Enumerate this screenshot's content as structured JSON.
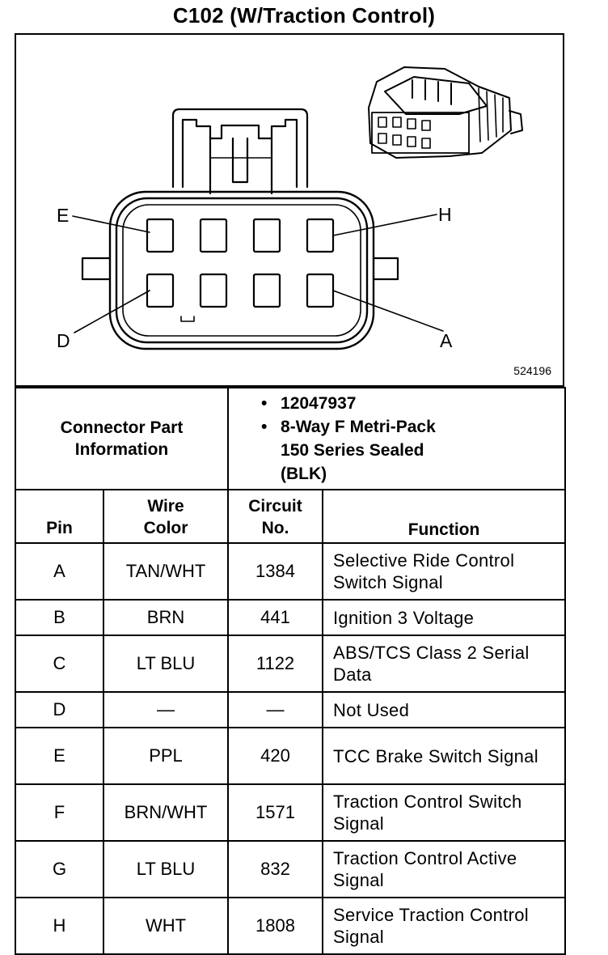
{
  "title": "C102 (W/Traction Control)",
  "diagram": {
    "figure_number": "524196",
    "pin_labels": {
      "e": "E",
      "h": "H",
      "d": "D",
      "a": "A"
    }
  },
  "connector_info": {
    "label": "Connector Part Information",
    "items": [
      "12047937",
      "8-Way F Metri-Pack 150 Series Sealed (BLK)"
    ]
  },
  "table": {
    "headers": {
      "pin": "Pin",
      "wire_color": "Wire Color",
      "circuit_no": "Circuit No.",
      "function": "Function"
    },
    "rows": [
      {
        "pin": "A",
        "wire_color": "TAN/WHT",
        "circuit": "1384",
        "function": "Selective Ride Control Switch Signal"
      },
      {
        "pin": "B",
        "wire_color": "BRN",
        "circuit": "441",
        "function": "Ignition 3 Voltage"
      },
      {
        "pin": "C",
        "wire_color": "LT BLU",
        "circuit": "1122",
        "function": "ABS/TCS Class 2 Serial Data"
      },
      {
        "pin": "D",
        "wire_color": "—",
        "circuit": "—",
        "function": "Not Used"
      },
      {
        "pin": "E",
        "wire_color": "PPL",
        "circuit": "420",
        "function": "TCC Brake Switch Signal"
      },
      {
        "pin": "F",
        "wire_color": "BRN/WHT",
        "circuit": "1571",
        "function": "Traction Control Switch Signal"
      },
      {
        "pin": "G",
        "wire_color": "LT BLU",
        "circuit": "832",
        "function": "Traction Control Active Signal"
      },
      {
        "pin": "H",
        "wire_color": "WHT",
        "circuit": "1808",
        "function": "Service Traction Control Signal"
      }
    ]
  }
}
